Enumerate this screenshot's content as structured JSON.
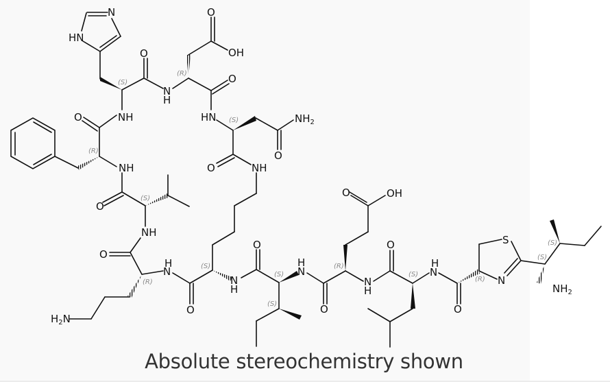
{
  "figure": {
    "type": "chemical-structure",
    "caption": "Absolute stereochemistry shown",
    "colors": {
      "panel_bg": "#f9f9f9",
      "bond": "#111111",
      "stereo_label": "#8a8a8a",
      "caption": "#333333"
    }
  },
  "atom_labels": {
    "his_ring_N": "N",
    "his_ring_HN": "HN",
    "his_CO_O": "O",
    "asp_acid_O": "O",
    "asp_acid_OH": "OH",
    "asp_CO_O": "O",
    "his_asp_NH": "N",
    "his_asp_H": "H",
    "phe_his_NH": "NH",
    "phe_CO_O": "O",
    "asn_NH": "HN",
    "asn_amide_N": "NH",
    "asn_amide_sub": "2",
    "asn_amide_O": "O",
    "asn_CO_O": "O",
    "asn_lys_NH": "NH",
    "phe_val_NH": "NH",
    "val_CO_O": "O",
    "val_orn_NH": "NH",
    "orn_CO_O": "O",
    "orn_lys_N": "N",
    "orn_lys_H": "H",
    "orn_amine": "H",
    "orn_amine_sub": "2",
    "orn_amine_N": "N",
    "lys_CO_O": "O",
    "lys_ile_N": "N",
    "lys_ile_H": "H",
    "ile_CO_O": "O",
    "ile_glu_N": "N",
    "ile_glu_H": "H",
    "glu_acid_O": "O",
    "glu_acid_OH": "OH",
    "glu_CO_O": "O",
    "glu_leu_N": "N",
    "glu_leu_H": "H",
    "leu_CO_O": "O",
    "leu_thz_N": "N",
    "leu_thz_H": "H",
    "thz_CO_O": "O",
    "thz_S": "S",
    "thz_N": "N",
    "terminal_amine": "NH",
    "terminal_amine_sub": "2"
  },
  "stereo_labels": {
    "his": "(S)",
    "asp": "(R)",
    "phe": "(R)",
    "asn": "(S)",
    "val": "(S)",
    "orn": "(R)",
    "lys": "(S)",
    "ile_a": "(S)",
    "ile_b": "(S)",
    "glu": "(R)",
    "leu": "(S)",
    "thz": "(R)",
    "term_a": "(S)",
    "term_b": "(S)"
  }
}
